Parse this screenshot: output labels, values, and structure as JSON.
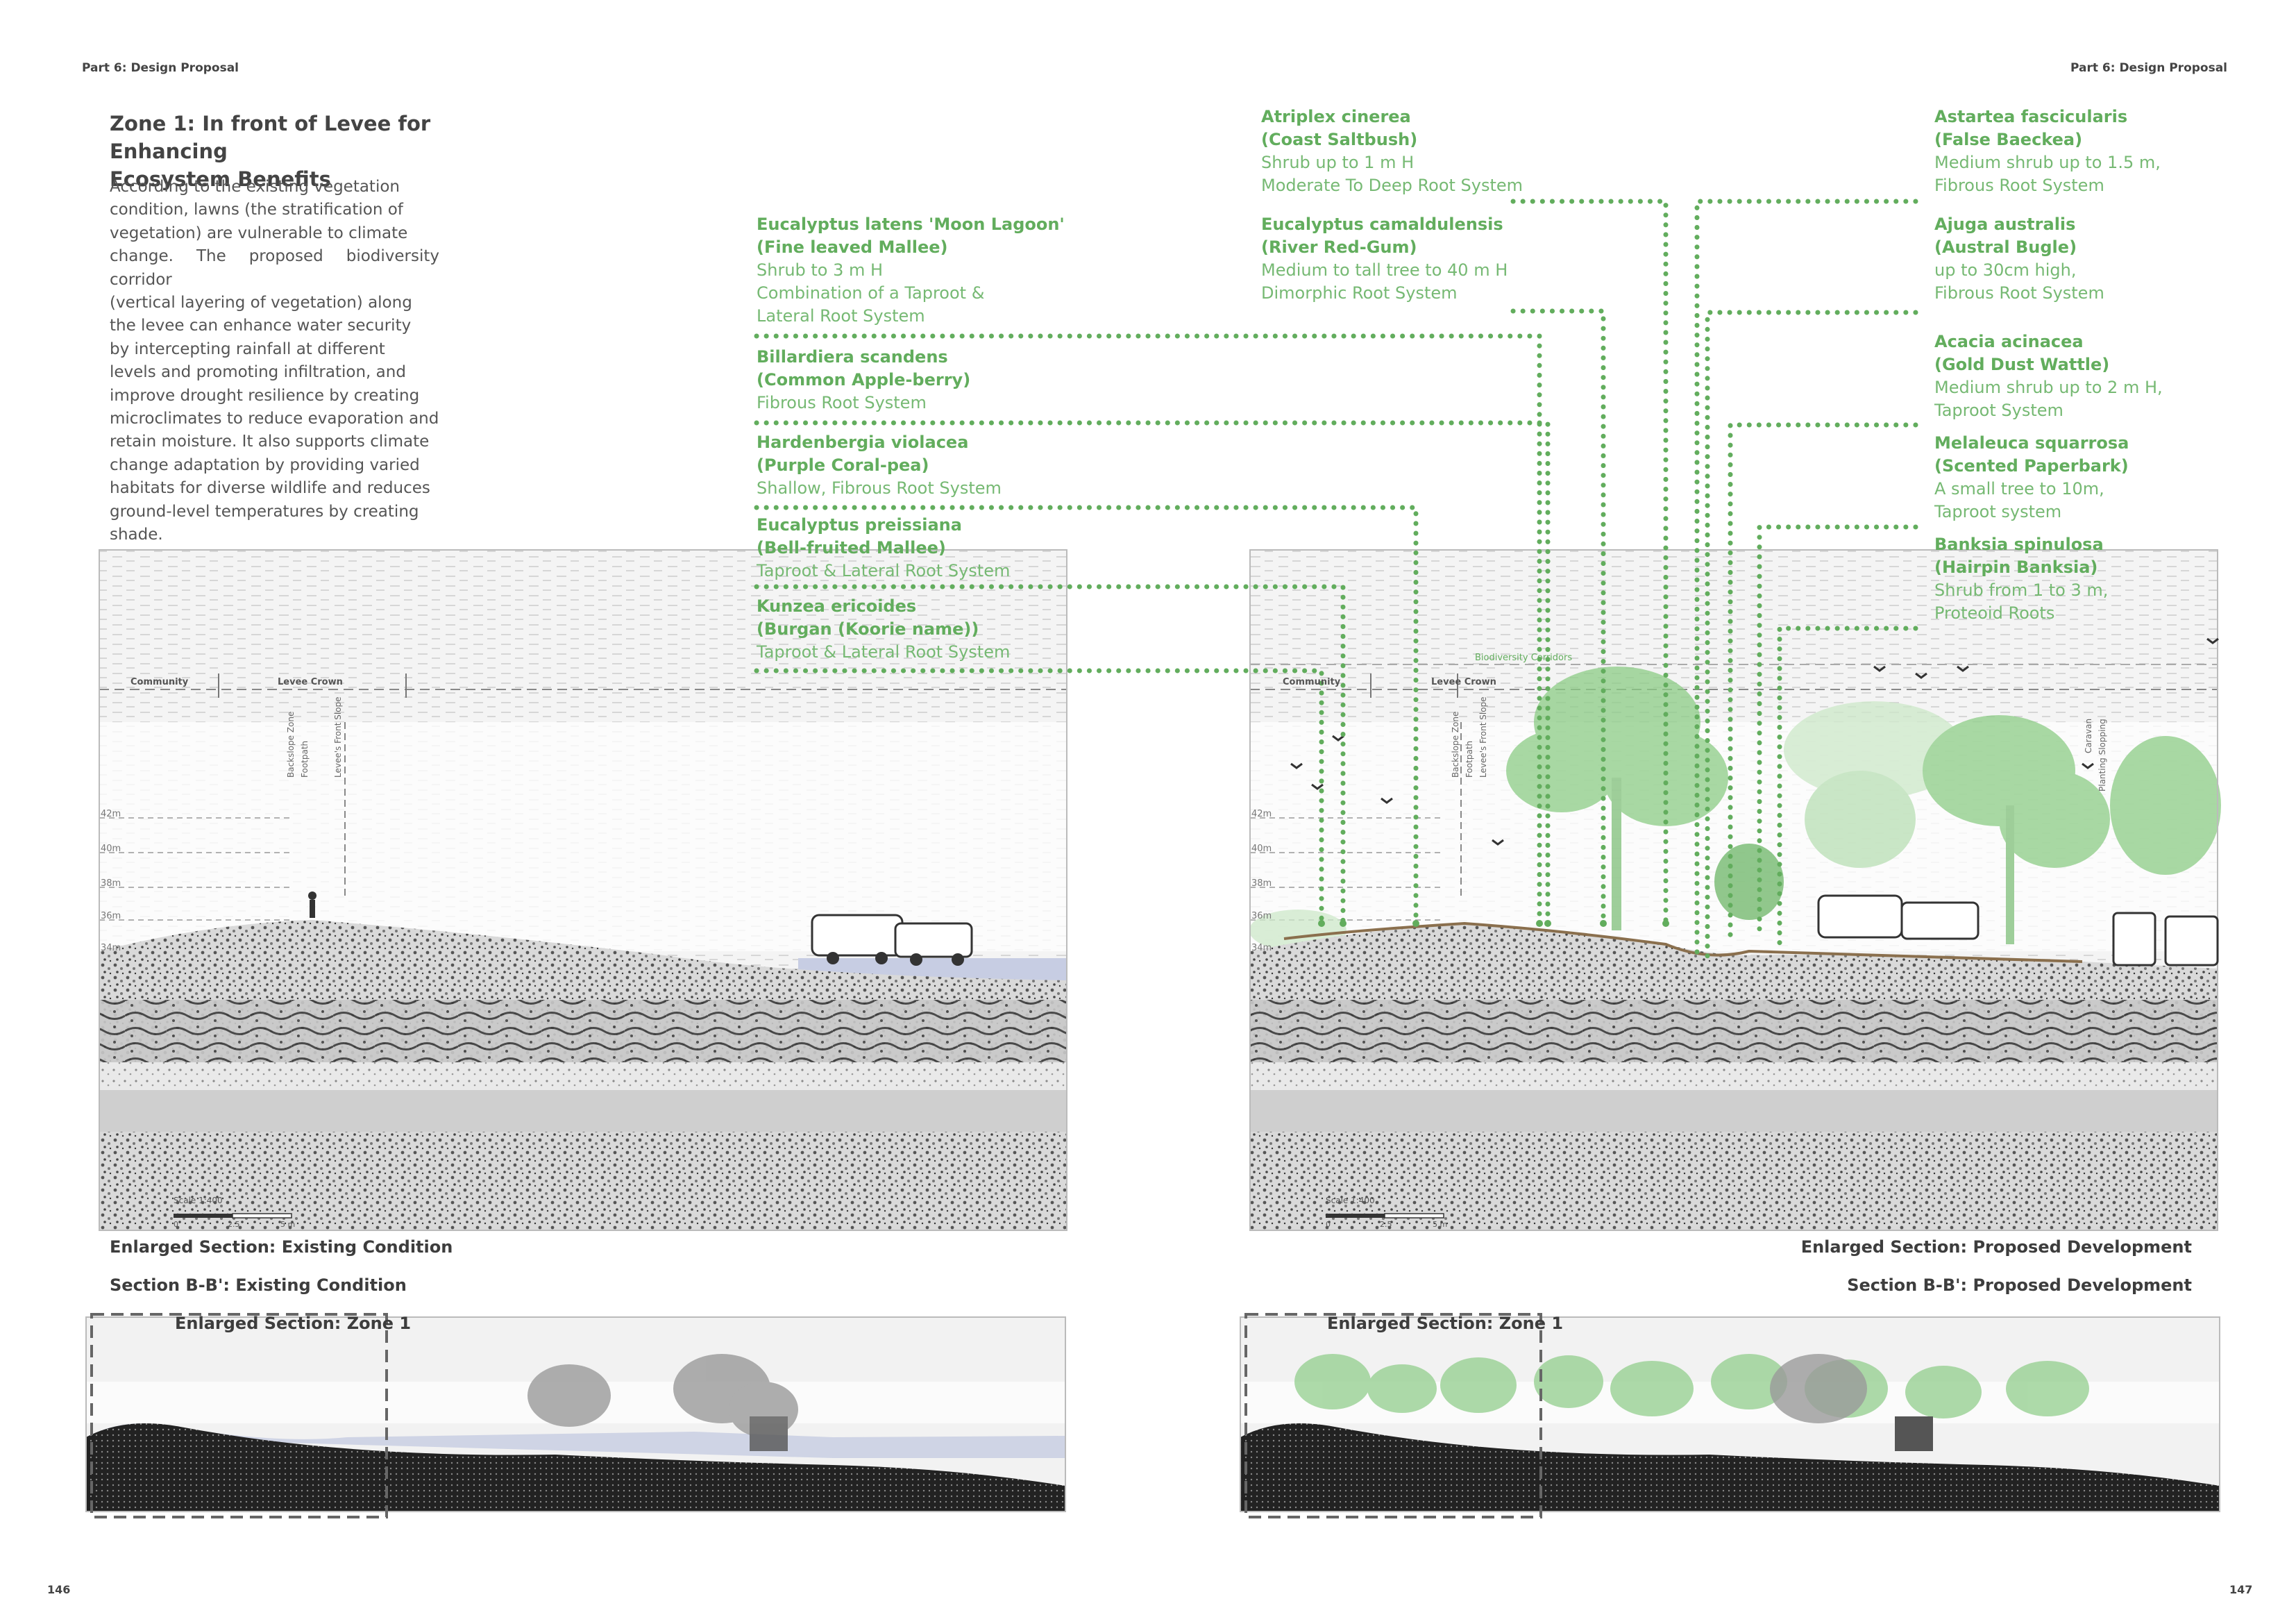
{
  "header": {
    "left": "Part 6: Design Proposal",
    "right": "Part 6: Design Proposal"
  },
  "zone": {
    "title_line1": "Zone 1: In front of Levee for Enhancing",
    "title_line2": "Ecosystem Benefits",
    "paragraph_lines": [
      "According to the existing vegetation",
      "condition, lawns (the stratification of",
      "vegetation) are vulnerable to climate",
      "change. The proposed biodiversity corridor",
      "(vertical layering of vegetation) along",
      "the levee can enhance water security",
      "by intercepting rainfall at different",
      "levels and promoting infiltration, and",
      "improve drought resilience by creating",
      "microclimates to reduce evaporation and",
      "retain moisture. It also supports climate",
      "change adaptation by providing varied",
      "habitats for diverse wildlife and reduces",
      "ground-level temperatures by creating",
      "shade."
    ]
  },
  "plants": [
    {
      "lines": [
        "Eucalyptus latens 'Moon Lagoon'",
        "(Fine leaved Mallee)"
      ],
      "desc": [
        "Shrub to 3 m H",
        "Combination of a Taproot &",
        "Lateral Root System"
      ]
    },
    {
      "lines": [
        "Billardiera scandens",
        "(Common Apple-berry)"
      ],
      "desc": [
        "Fibrous Root System"
      ]
    },
    {
      "lines": [
        "Hardenbergia violacea",
        "(Purple Coral-pea)"
      ],
      "desc": [
        "Shallow, Fibrous Root System"
      ]
    },
    {
      "lines": [
        "Eucalyptus preissiana",
        "(Bell-fruited Mallee)"
      ],
      "desc": [
        "Taproot & Lateral Root System"
      ]
    },
    {
      "lines": [
        "Kunzea ericoides",
        "(Burgan (Koorie name))"
      ],
      "desc": [
        "Taproot & Lateral Root System"
      ]
    },
    {
      "lines": [
        "Atriplex cinerea",
        "(Coast Saltbush)"
      ],
      "desc": [
        "Shrub up to 1 m H",
        "Moderate To Deep Root System"
      ]
    },
    {
      "lines": [
        "Eucalyptus camaldulensis",
        "(River Red-Gum)"
      ],
      "desc": [
        "Medium to tall tree to 40 m H",
        "Dimorphic Root System"
      ]
    },
    {
      "lines": [
        "Astartea fascicularis",
        "(False Baeckea)"
      ],
      "desc": [
        "Medium shrub up to 1.5 m,",
        "Fibrous Root System"
      ]
    },
    {
      "lines": [
        "Ajuga australis",
        "(Austral Bugle)"
      ],
      "desc": [
        "up to 30cm high,",
        "Fibrous Root System"
      ]
    },
    {
      "lines": [
        "Acacia acinacea",
        "(Gold Dust Wattle)"
      ],
      "desc": [
        "Medium shrub up to 2 m H,",
        "Taproot System"
      ]
    },
    {
      "lines": [
        "Melaleuca squarrosa",
        "(Scented Paperbark)"
      ],
      "desc": [
        "A small tree to 10m,",
        "Taproot system"
      ]
    },
    {
      "lines": [
        "Banksia spinulosa",
        "(Hairpin Banksia)"
      ],
      "desc": [
        "Shrub from 1 to 3 m,",
        "Proteoid Roots"
      ]
    }
  ],
  "section_labels": {
    "community": "Community",
    "levee_crown": "Levee Crown",
    "backslope": "Backslope Zone",
    "footpath": "Footpath",
    "levee_front": "Levee's Front Slope",
    "biodiversity": "Biodiversity Corridors",
    "caravan": "Caravan",
    "planting": "Planting Slopping",
    "levels": [
      "42m",
      "40m",
      "38m",
      "36m",
      "34m"
    ],
    "scale": "Scale 1:400",
    "scale_ticks": [
      "0",
      "2.5",
      "5 m"
    ]
  },
  "captions": {
    "enlarged_existing": "Enlarged Section: Existing Condition",
    "enlarged_proposed": "Enlarged Section: Proposed Development",
    "section_existing": "Section B-B': Existing Condition",
    "section_proposed": "Section B-B': Proposed Development",
    "zone_box": "Enlarged Section: Zone 1"
  },
  "page_numbers": {
    "left": "146",
    "right": "147"
  },
  "colors": {
    "accent_green": "#62ad5d",
    "tree_green": "#8ccc86",
    "water": "#b7bfdc",
    "ground": "#2b2b2b"
  }
}
